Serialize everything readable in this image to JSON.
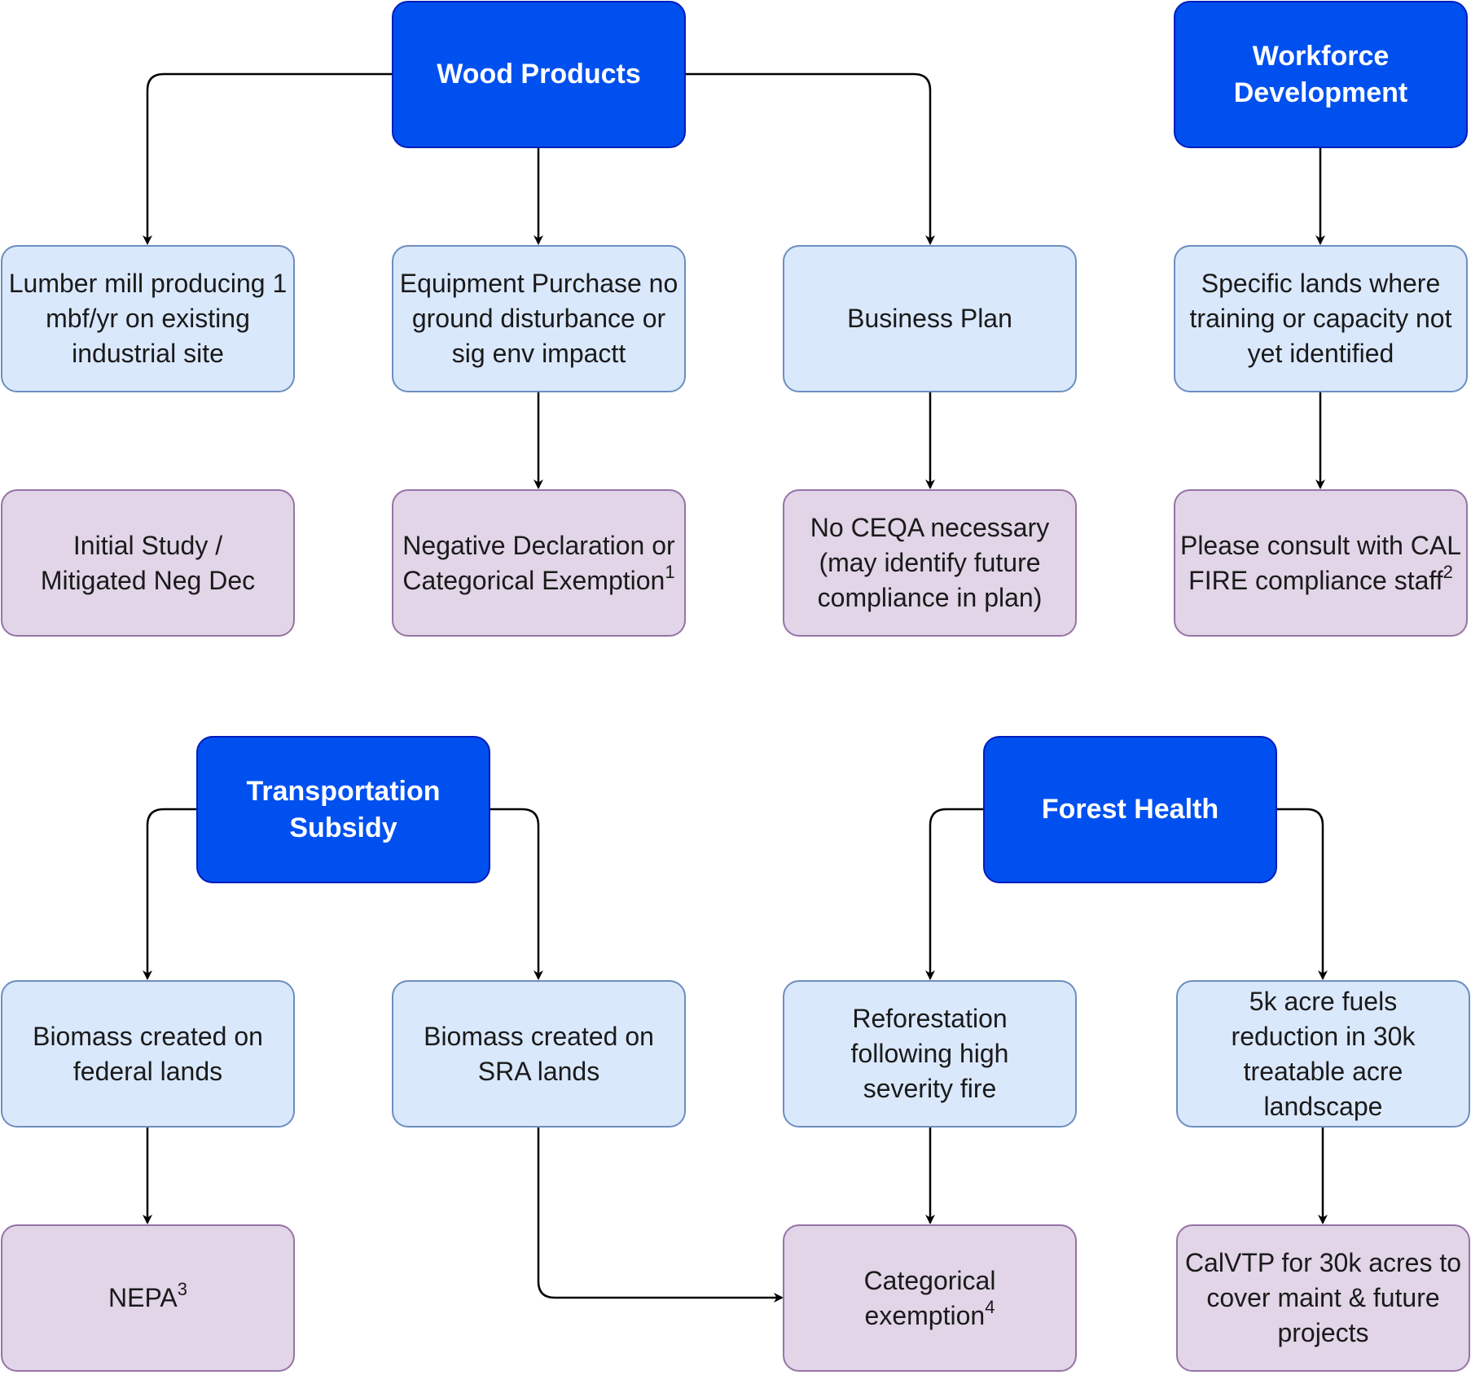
{
  "categories": {
    "wood_products": "Wood Products",
    "workforce_development": "Workforce Development",
    "transportation_subsidy": "Transportation Subsidy",
    "forest_health": "Forest Health"
  },
  "scenarios": {
    "lumber_mill": "Lumber mill producing 1 mbf/yr on existing industrial site",
    "equipment_purchase": "Equipment Purchase no ground disturbance or sig env impactt",
    "business_plan": "Business Plan",
    "specific_lands": "Specific lands where training or capacity not yet identified",
    "biomass_federal": "Biomass created on federal lands",
    "biomass_sra": "Biomass created on SRA lands",
    "reforestation": "Reforestation following high severity fire",
    "fuels_reduction": "5k acre fuels reduction in 30k treatable acre landscape"
  },
  "outcomes": {
    "initial_study": "Initial Study / Mitigated Neg Dec",
    "negative_declaration": {
      "text": "Negative Declaration or Categorical Exemption",
      "note": "1"
    },
    "no_ceqa": "No CEQA necessary (may identify future compliance in plan)",
    "consult_calfire": {
      "text": "Please consult with CAL FIRE compliance staff",
      "note": "2"
    },
    "nepa": {
      "text": "NEPA",
      "note": "3"
    },
    "categorical_exemption": {
      "text": "Categorical exemption",
      "note": "4"
    },
    "calvtp": "CalVTP for 30k acres to cover maint & future projects"
  },
  "colors": {
    "category_fill": "#0050ef",
    "category_stroke": "#001dbc",
    "scenario_fill": "#dae8fc",
    "scenario_stroke": "#6c8ebf",
    "outcome_fill": "#e1d5e7",
    "outcome_stroke": "#9673a6",
    "connector": "#000000"
  }
}
